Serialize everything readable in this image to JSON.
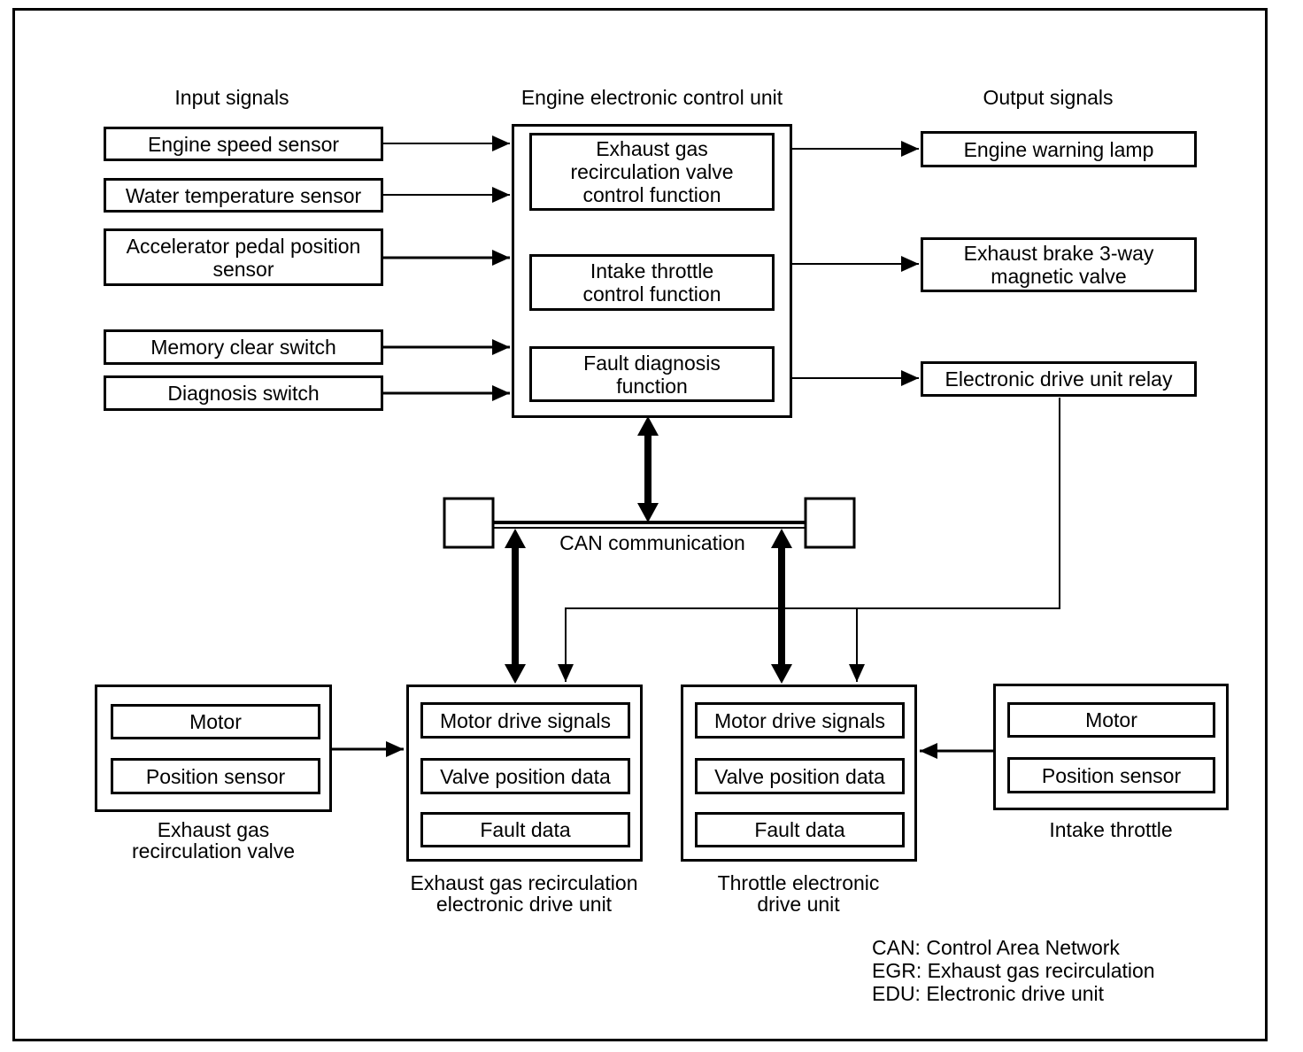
{
  "headers": {
    "input": "Input signals",
    "ecu": "Engine electronic control unit",
    "output": "Output signals"
  },
  "input_signals": [
    "Engine speed sensor",
    "Water temperature sensor",
    "Accelerator pedal position sensor",
    "Memory clear switch",
    "Diagnosis switch"
  ],
  "ecu_functions": [
    "Exhaust gas recirculation valve control function",
    "Intake throttle control function",
    "Fault diagnosis function"
  ],
  "output_signals": [
    "Engine warning lamp",
    "Exhaust brake 3-way magnetic valve",
    "Electronic drive unit relay"
  ],
  "can_bus": {
    "label": "CAN communication"
  },
  "egr_valve": {
    "components": [
      "Motor",
      "Position sensor"
    ],
    "caption": "Exhaust gas recirculation valve"
  },
  "egr_edu": {
    "components": [
      "Motor drive signals",
      "Valve position data",
      "Fault data"
    ],
    "caption": "Exhaust gas recirculation electronic drive unit"
  },
  "throttle_edu": {
    "components": [
      "Motor drive signals",
      "Valve position data",
      "Fault data"
    ],
    "caption": "Throttle electronic drive unit"
  },
  "intake_throttle": {
    "components": [
      "Motor",
      "Position sensor"
    ],
    "caption": "Intake throttle"
  },
  "legend": [
    "CAN: Control Area Network",
    "EGR: Exhaust gas recirculation",
    "EDU: Electronic drive unit"
  ],
  "colors": {
    "line": "#000000",
    "background": "#ffffff"
  }
}
